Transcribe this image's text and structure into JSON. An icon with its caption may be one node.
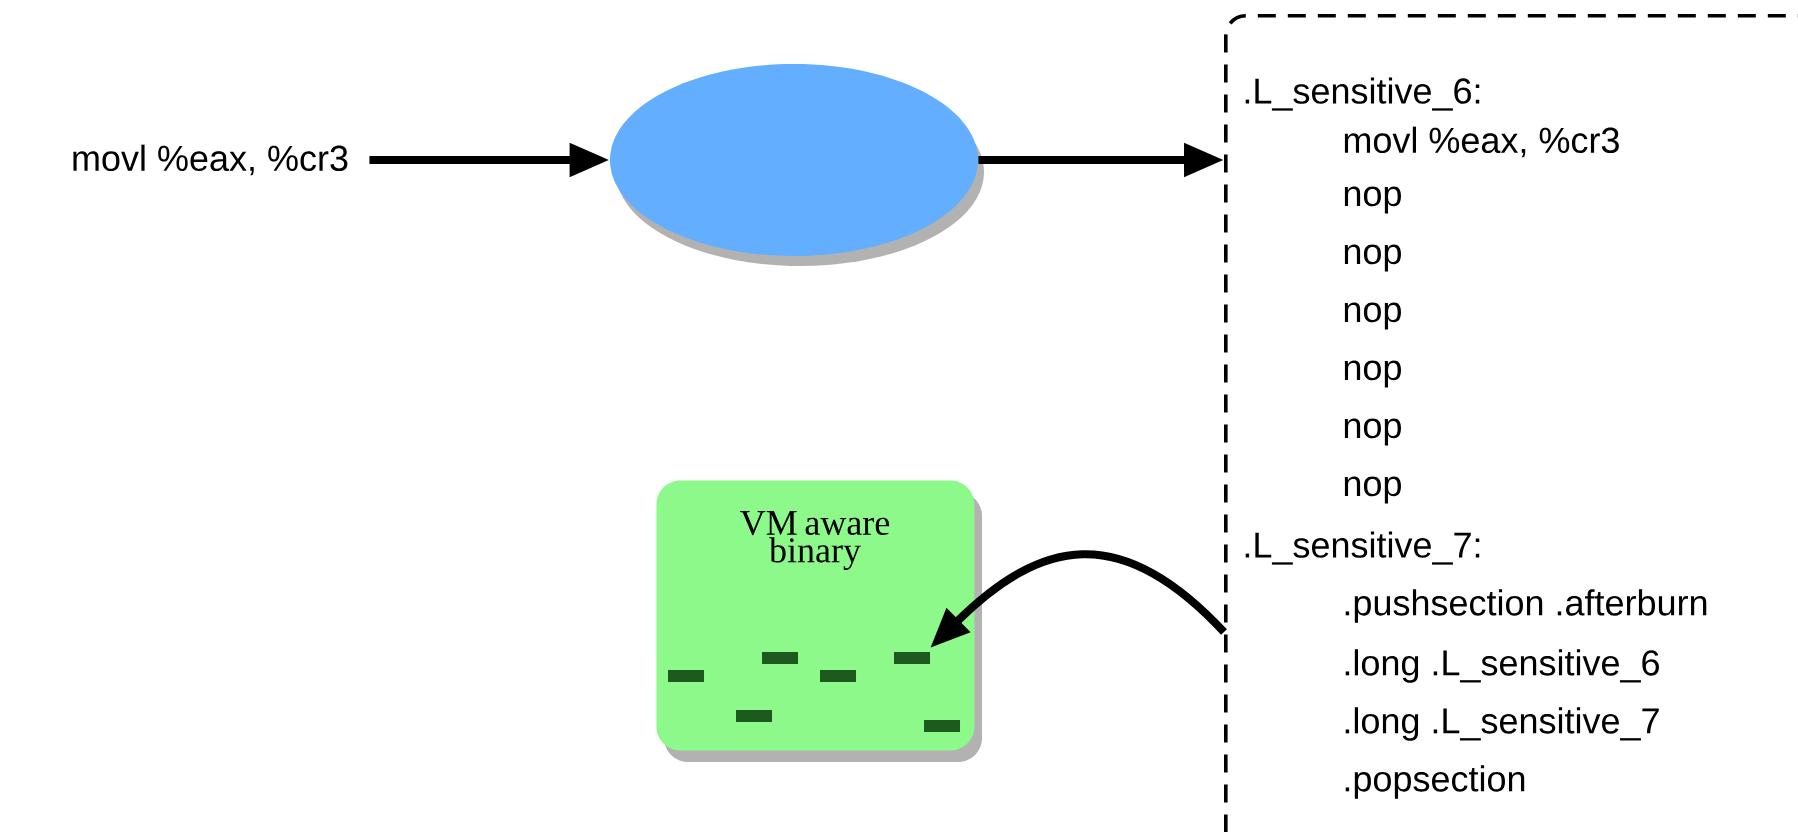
{
  "diagram": {
    "nodes": [
      {
        "text": [
          "movl %eax, %cr3"
        ]
      },
      {
        "text": [],
        "shape": "ellipse"
      },
      {
        "text": [
          ".L_sensitive_6:",
          "movl %eax, %cr3",
          "nop",
          "nop",
          "nop",
          "nop",
          "nop",
          "nop",
          ".L_sensitive_7:",
          ".pushsection .afterburn",
          ".long .L_sensitive_6",
          ".long .L_sensitive_7",
          ".popsection"
        ]
      },
      {
        "text": [
          "VM aware binary"
        ]
      }
    ],
    "edges": [
      {
        "from": 0,
        "to": 1,
        "arrow": "to"
      },
      {
        "from": 1,
        "to": 2,
        "arrow": "to"
      },
      {
        "from": 2,
        "to": 3,
        "arrow": "to"
      }
    ]
  }
}
